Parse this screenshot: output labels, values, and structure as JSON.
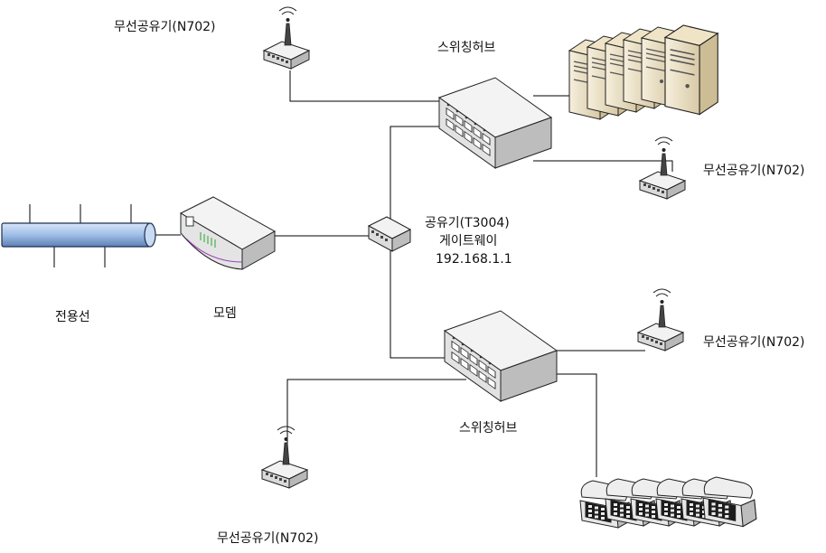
{
  "labels": {
    "ap_top_left": "무선공유기(N702)",
    "switch_top": "스위칭허브",
    "ap_right_top": "무선공유기(N702)",
    "router_line1": "공유기(T3004)",
    "router_line2": "게이트웨이",
    "router_line3": "192.168.1.1",
    "leased_line": "전용선",
    "modem": "모뎀",
    "ap_right_bottom": "무선공유기(N702)",
    "switch_bottom": "스위칭허브",
    "ap_bottom_left": "무선공유기(N702)"
  },
  "colors": {
    "line": "#000000",
    "cable_fill": "#a9c4e8",
    "cable_stroke": "#1f2f4f",
    "device_top": "#f2f2f2",
    "device_front": "#dcdcdc",
    "device_side": "#bdbdbd",
    "server_body": "#f1e6cc",
    "modem_accent": "#8dd28d"
  }
}
